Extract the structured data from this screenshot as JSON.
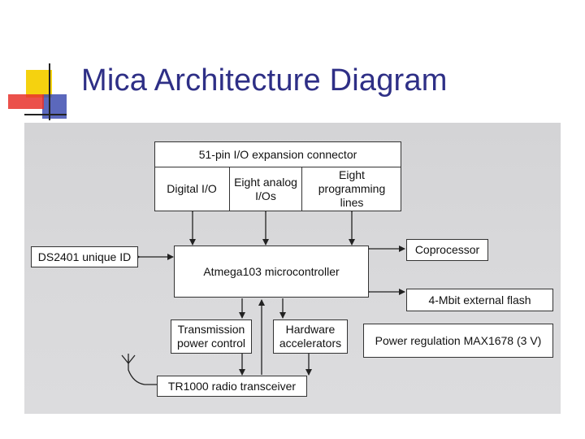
{
  "slide": {
    "title": "Mica Architecture Diagram"
  },
  "diagram": {
    "io_connector": "51-pin I/O expansion connector",
    "digital_io": "Digital I/O",
    "analog_io": "Eight analog I/Os",
    "programming_lines": "Eight programming lines",
    "unique_id": "DS2401 unique ID",
    "microcontroller": "Atmega103 microcontroller",
    "coprocessor": "Coprocessor",
    "flash": "4-Mbit external flash",
    "tx_power": "Transmission power control",
    "hw_accel": "Hardware accelerators",
    "power_reg": "Power regulation MAX1678 (3 V)",
    "radio": "TR1000 radio transceiver"
  },
  "colors": {
    "title": "#2e2f86",
    "accent_yellow": "#f5d20f",
    "accent_red": "#e8322c",
    "accent_blue": "#3e4eb0",
    "panel": "#d6d6d8"
  }
}
